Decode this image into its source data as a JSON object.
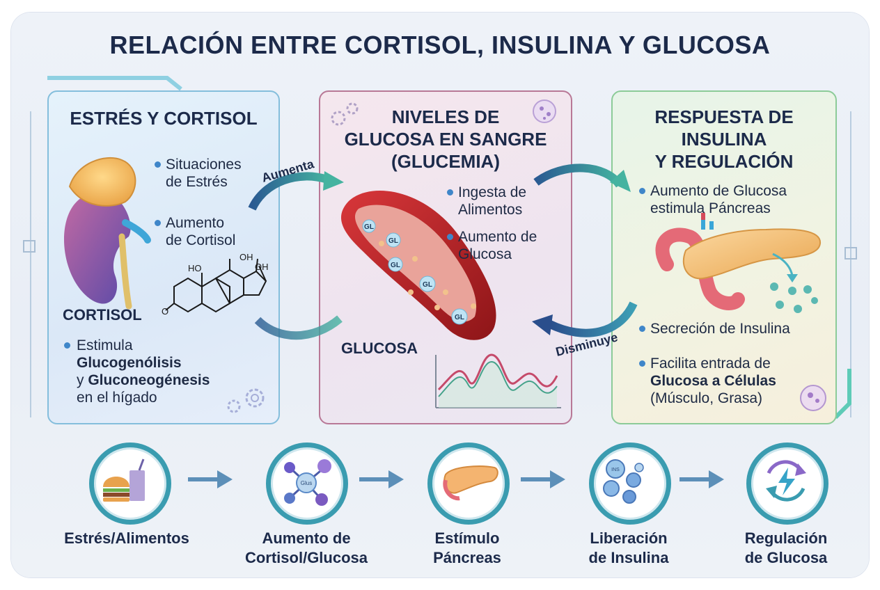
{
  "title": "RELACIÓN ENTRE CORTISOL, INSULINA Y GLUCOSA",
  "panels": {
    "left": {
      "heading": "ESTRÉS Y CORTISOL",
      "bullet1": [
        "Situaciones",
        "de Estrés"
      ],
      "bullet2": [
        "Aumento",
        "de Cortisol"
      ],
      "organ_label": "CORTISOL",
      "molecule_labels": [
        "HO",
        "OH",
        "OH",
        "O"
      ],
      "bullet3": {
        "line1": "Estimula",
        "line2_bold": "Glucogenólisis",
        "line3_prefix": "y ",
        "line3_bold": "Gluconeogénesis",
        "line4": "en el hígado"
      }
    },
    "mid": {
      "heading": [
        "NIVELES DE",
        "GLUCOSA EN SANGRE",
        "(GLUCEMIA)"
      ],
      "bullet1": [
        "Ingesta de",
        "Alimentos"
      ],
      "bullet2": [
        "Aumento de",
        "Glucosa"
      ],
      "vessel_label": "GLUCOSA",
      "molecule_tag": "GL"
    },
    "right": {
      "heading": [
        "RESPUESTA DE",
        "INSULINA",
        "Y REGULACIÓN"
      ],
      "bullet1": [
        "Aumento de Glucosa",
        "estimula Páncreas"
      ],
      "bullet2": "Secreción de Insulina",
      "bullet3": {
        "line1": "Facilita entrada de",
        "line2_bold": "Glucosa a Células",
        "line3": "(Músculo, Grasa)"
      }
    }
  },
  "arrows": {
    "increase": "Aumenta",
    "decrease": "Disminuye"
  },
  "flow": [
    {
      "label": [
        "Estrés/Alimentos"
      ],
      "icon": "food-icon"
    },
    {
      "label": [
        "Aumento de",
        "Cortisol/Glucosa"
      ],
      "icon": "molecule-icon",
      "inner_text": "Glus"
    },
    {
      "label": [
        "Estímulo",
        "Páncreas"
      ],
      "icon": "pancreas-icon"
    },
    {
      "label": [
        "Liberación",
        "de Insulina"
      ],
      "icon": "insulin-granules-icon",
      "inner_text": "INS"
    },
    {
      "label": [
        "Regulación",
        "de Glucosa"
      ],
      "icon": "regulation-cycle-icon"
    }
  ],
  "colors": {
    "title": "#1c2a4a",
    "left_border": "#84bedc",
    "mid_border": "#b87896",
    "right_border": "#8ccb98",
    "accent_teal": "#3a9cb0",
    "bullet_blue": "#3f86c9"
  }
}
